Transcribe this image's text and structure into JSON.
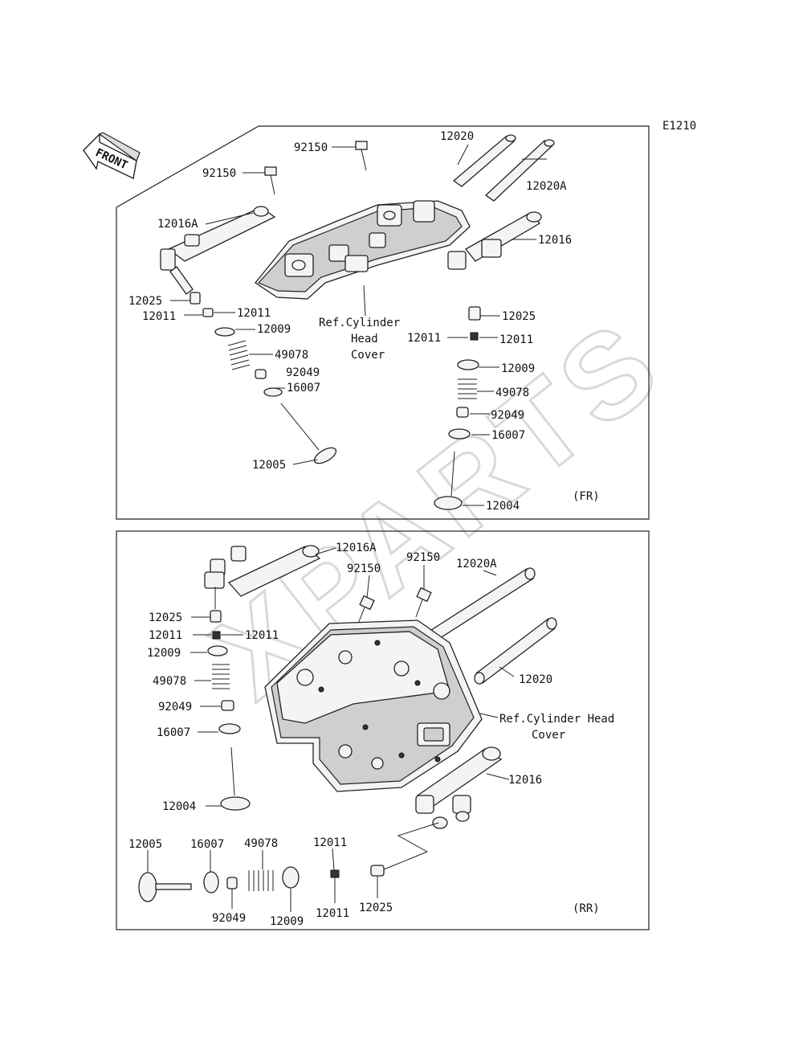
{
  "page_code": "E1210",
  "front_label": "FRONT",
  "fr_view": {
    "label": "(FR)",
    "ref_text": [
      "Ref.Cylinder",
      "Head",
      "Cover"
    ],
    "callouts": {
      "p92150_a": "92150",
      "p92150_b": "92150",
      "p12020": "12020",
      "p12020A": "12020A",
      "p12016A": "12016A",
      "p12016": "12016",
      "p12025_l": "12025",
      "p12025_r": "12025",
      "p12011_l1": "12011",
      "p12011_l2": "12011",
      "p12011_r1": "12011",
      "p12011_r2": "12011",
      "p12009_l": "12009",
      "p12009_r": "12009",
      "p49078_l": "49078",
      "p49078_r": "49078",
      "p92049_l": "92049",
      "p92049_r": "92049",
      "p16007_l": "16007",
      "p16007_r": "16007",
      "p12005": "12005",
      "p12004": "12004"
    }
  },
  "rr_view": {
    "label": "(RR)",
    "ref_text": [
      "Ref.Cylinder Head",
      "Cover"
    ],
    "callouts": {
      "p12016A": "12016A",
      "p92150_a": "92150",
      "p92150_b": "92150",
      "p12020A": "12020A",
      "p12020": "12020",
      "p12025_l": "12025",
      "p12011_l1": "12011",
      "p12011_l2": "12011",
      "p12009_l": "12009",
      "p49078_l": "49078",
      "p92049_l": "92049",
      "p16007_l": "16007",
      "p12004": "12004",
      "p12016": "12016",
      "p12005_b": "12005",
      "p16007_b": "16007",
      "p49078_b": "49078",
      "p12011_b1": "12011",
      "p92049_b": "92049",
      "p12009_b": "12009",
      "p12011_b2": "12011",
      "p12025_b": "12025"
    }
  }
}
